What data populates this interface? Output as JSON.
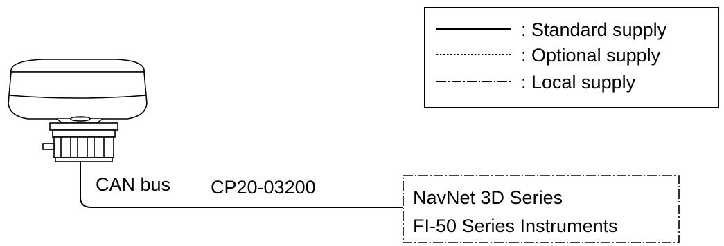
{
  "legend": {
    "items": [
      {
        "style": "solid",
        "label": ": Standard supply"
      },
      {
        "style": "dotted",
        "label": ": Optional supply"
      },
      {
        "style": "dash-dot",
        "label": ": Local supply"
      }
    ]
  },
  "cable": {
    "type_label": "CAN bus",
    "part_number": "CP20-03200"
  },
  "equipment_box": {
    "lines": [
      "NavNet 3D Series",
      "FI-50 Series Instruments"
    ]
  },
  "antenna": {
    "icon": "gps-antenna-icon"
  }
}
